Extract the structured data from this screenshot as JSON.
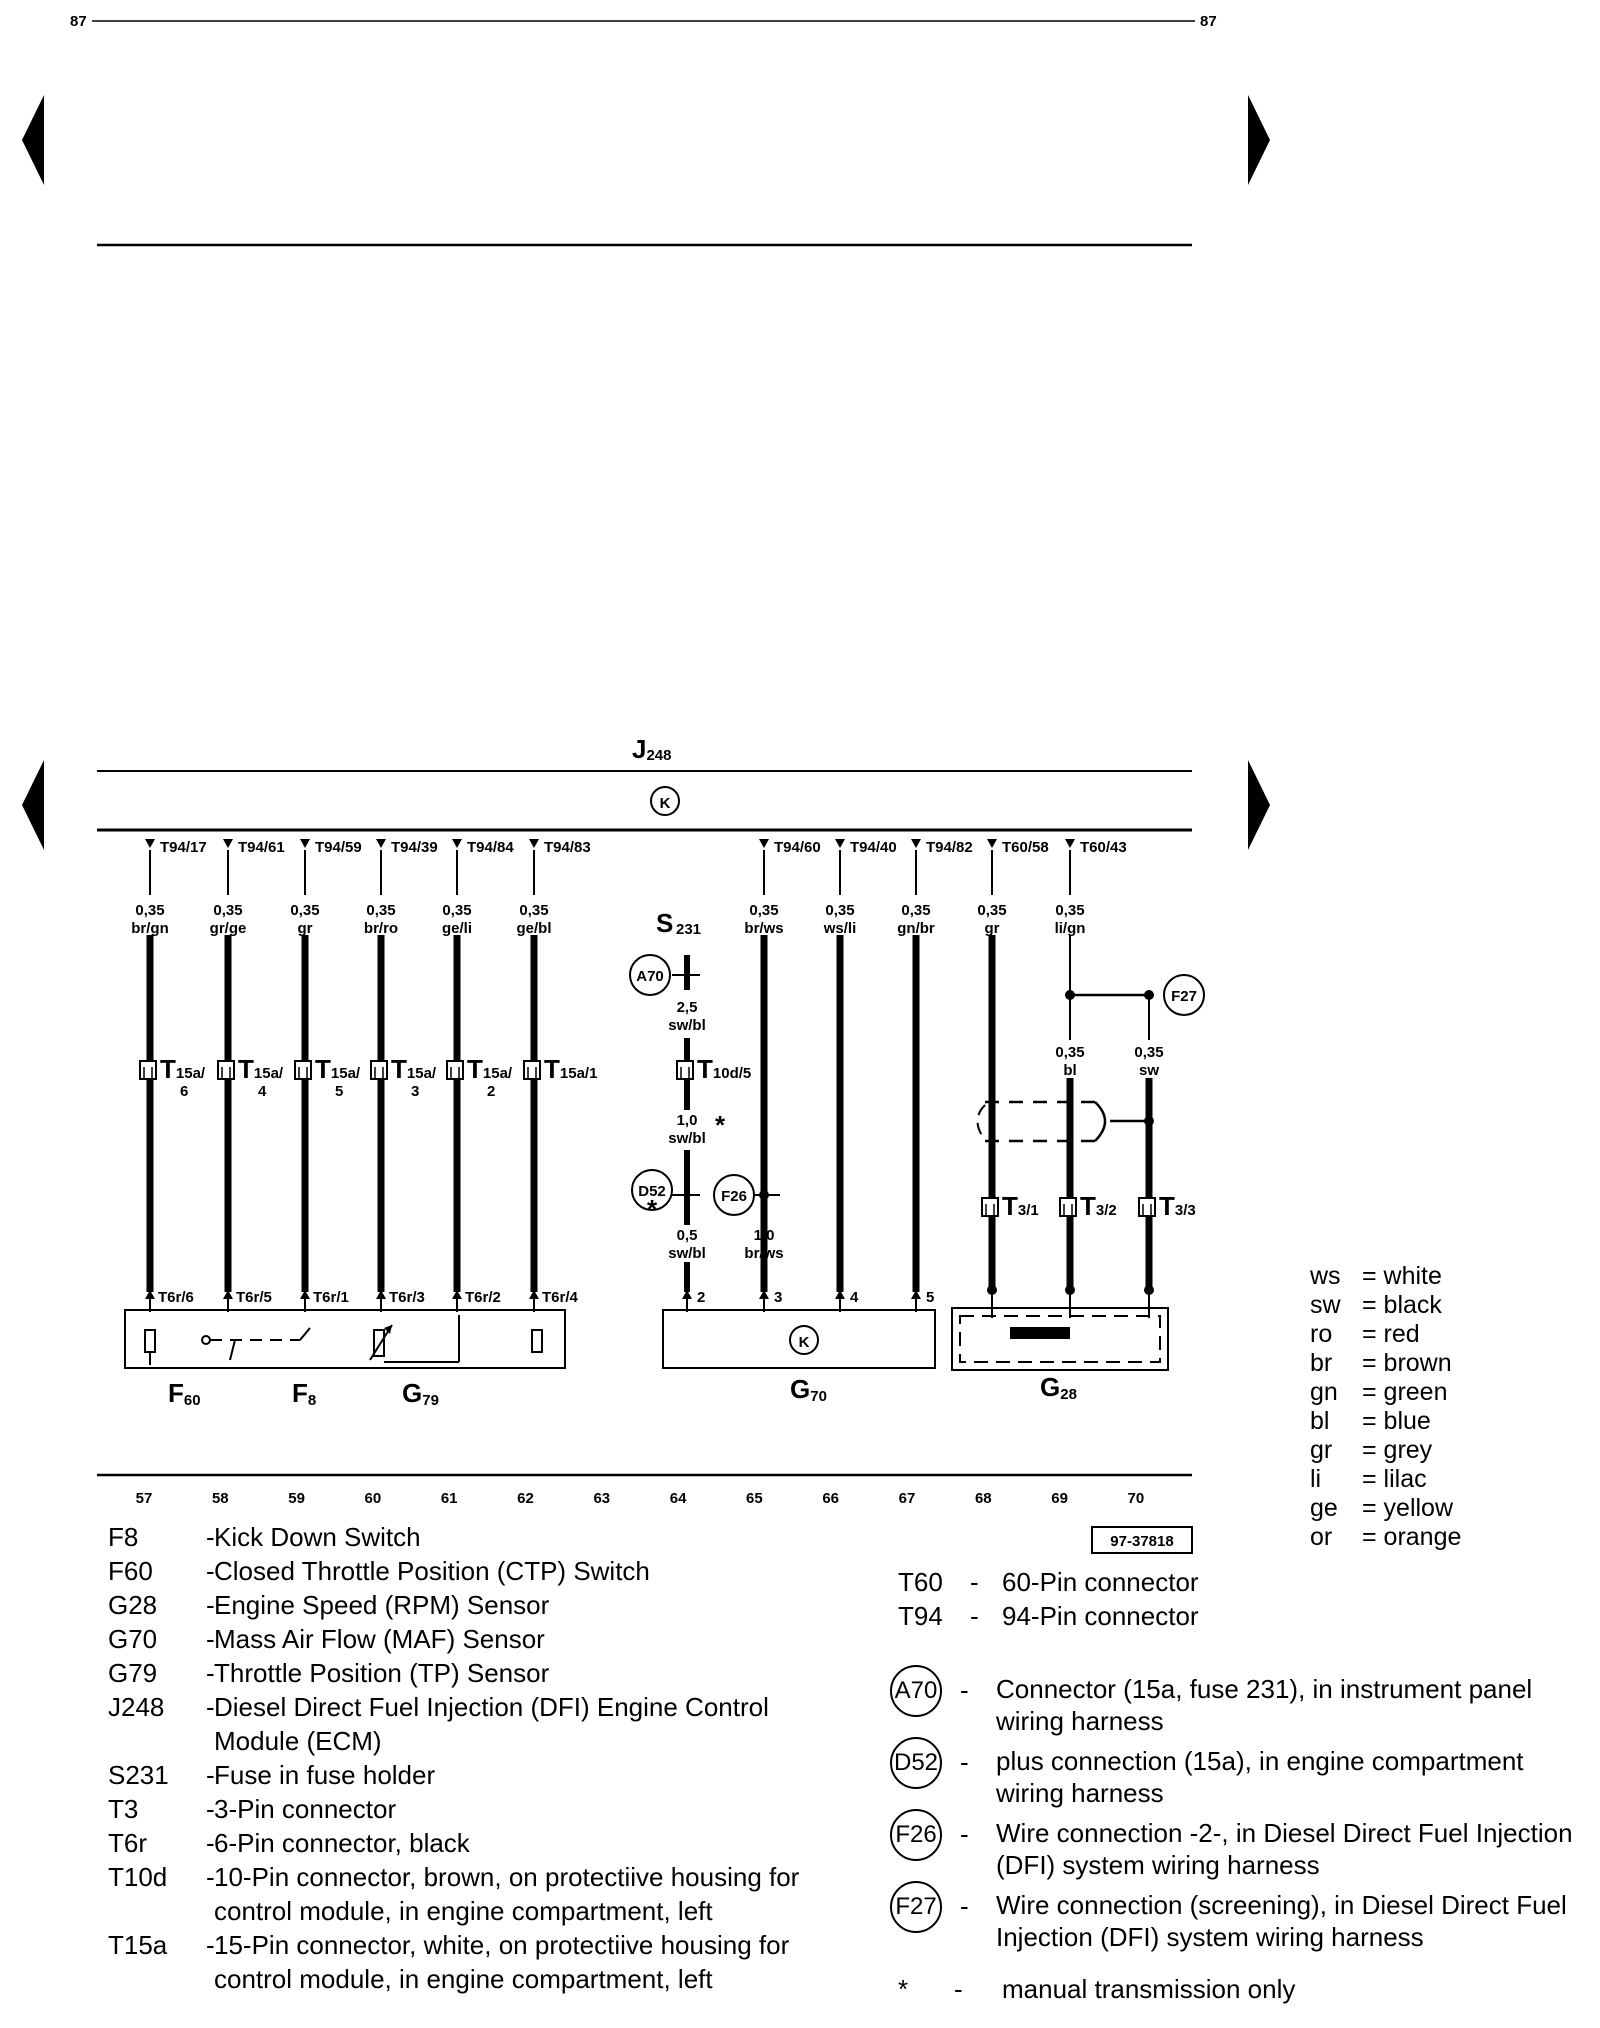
{
  "page": {
    "number_left": "87",
    "number_right": "87"
  },
  "diagram": {
    "ecm_label": "J",
    "ecm_sub": "248",
    "k_symbol": "K",
    "ref_code": "97-37818",
    "fuse_label": "S",
    "fuse_sub": "231",
    "star": "*",
    "ecm_pins": [
      {
        "label": "T94/17",
        "wire": "0,35",
        "color": "br/gn"
      },
      {
        "label": "T94/61",
        "wire": "0,35",
        "color": "gr/ge"
      },
      {
        "label": "T94/59",
        "wire": "0,35",
        "color": "gr"
      },
      {
        "label": "T94/39",
        "wire": "0,35",
        "color": "br/ro"
      },
      {
        "label": "T94/84",
        "wire": "0,35",
        "color": "ge/li"
      },
      {
        "label": "T94/83",
        "wire": "0,35",
        "color": "ge/bl"
      },
      {
        "label": "T94/60",
        "wire": "0,35",
        "color": "br/ws"
      },
      {
        "label": "T94/40",
        "wire": "0,35",
        "color": "ws/li"
      },
      {
        "label": "T94/82",
        "wire": "0,35",
        "color": "gn/br"
      },
      {
        "label": "T60/58",
        "wire": "0,35",
        "color": "gr"
      },
      {
        "label": "T60/43",
        "wire": "0,35",
        "color": "li/gn"
      }
    ],
    "t15a": [
      {
        "main": "T",
        "sub": "15a/",
        "num": "6"
      },
      {
        "main": "T",
        "sub": "15a/",
        "num": "4"
      },
      {
        "main": "T",
        "sub": "15a/",
        "num": "5"
      },
      {
        "main": "T",
        "sub": "15a/",
        "num": "3"
      },
      {
        "main": "T",
        "sub": "15a/",
        "num": "2"
      },
      {
        "main": "T",
        "sub": "15a/1",
        "num": ""
      }
    ],
    "t6r": [
      "T6r/6",
      "T6r/5",
      "T6r/1",
      "T6r/3",
      "T6r/2",
      "T6r/4"
    ],
    "g70_pins": [
      "2",
      "3",
      "4",
      "5"
    ],
    "t3": [
      {
        "main": "T",
        "sub": "3/1"
      },
      {
        "main": "T",
        "sub": "3/2"
      },
      {
        "main": "T",
        "sub": "3/3"
      }
    ],
    "s231_wires": [
      {
        "wire": "2,5",
        "color": "sw/bl"
      },
      {
        "wire": "1,0",
        "color": "sw/bl"
      },
      {
        "wire": "0,5",
        "color": "sw/bl"
      }
    ],
    "f26_wire": {
      "wire": "1,0",
      "color": "br/ws"
    },
    "f27_wires": [
      {
        "wire": "0,35",
        "color": "bl"
      },
      {
        "wire": "0,35",
        "color": "sw"
      }
    ],
    "t10d": {
      "main": "T",
      "sub": "10d/5"
    },
    "conn_badges": {
      "a70": "A70",
      "d52": "D52",
      "f26": "F26",
      "f27": "F27"
    },
    "components": [
      {
        "main": "F",
        "sub": "60"
      },
      {
        "main": "F",
        "sub": "8"
      },
      {
        "main": "G",
        "sub": "79"
      },
      {
        "main": "G",
        "sub": "70"
      },
      {
        "main": "G",
        "sub": "28"
      }
    ],
    "tracks": [
      "57",
      "58",
      "59",
      "60",
      "61",
      "62",
      "63",
      "64",
      "65",
      "66",
      "67",
      "68",
      "69",
      "70"
    ]
  },
  "legend_left": [
    {
      "code": "F8",
      "dash": "-",
      "desc": "Kick Down Switch"
    },
    {
      "code": "F60",
      "dash": "-",
      "desc": "Closed Throttle Position (CTP) Switch"
    },
    {
      "code": "G28",
      "dash": "-",
      "desc": "Engine Speed (RPM) Sensor"
    },
    {
      "code": "G70",
      "dash": "-",
      "desc": "Mass Air Flow (MAF) Sensor"
    },
    {
      "code": "G79",
      "dash": "-",
      "desc": "Throttle Position (TP) Sensor"
    },
    {
      "code": "J248",
      "dash": "-",
      "desc": "Diesel Direct Fuel Injection (DFI) Engine Control Module (ECM)"
    },
    {
      "code": "S231",
      "dash": "-",
      "desc": "Fuse in fuse holder"
    },
    {
      "code": "T3",
      "dash": "-",
      "desc": "3-Pin connector"
    },
    {
      "code": "T6r",
      "dash": "-",
      "desc": "6-Pin connector, black"
    },
    {
      "code": "T10d",
      "dash": "-",
      "desc": "10-Pin connector, brown, on protectiive housing for control module, in engine compartment, left"
    },
    {
      "code": "T15a",
      "dash": "-",
      "desc": "15-Pin connector, white, on protectiive housing for control module, in engine compartment, left"
    }
  ],
  "legend_tcodes": [
    {
      "code": "T60",
      "dash": "-",
      "desc": "60-Pin connector"
    },
    {
      "code": "T94",
      "dash": "-",
      "desc": "94-Pin connector"
    }
  ],
  "legend_connections": [
    {
      "code": "A70",
      "dash": "-",
      "desc": "Connector (15a, fuse 231), in instrument panel wiring harness"
    },
    {
      "code": "D52",
      "dash": "-",
      "desc": "plus connection (15a), in engine compartment wiring harness"
    },
    {
      "code": "F26",
      "dash": "-",
      "desc": "Wire connection -2-, in Diesel Direct Fuel Injection (DFI) system wiring harness"
    },
    {
      "code": "F27",
      "dash": "-",
      "desc": "Wire connection (screening), in Diesel Direct Fuel Injection (DFI) system wiring harness"
    }
  ],
  "star_note": {
    "code": "*",
    "dash": "-",
    "desc": "manual transmission only"
  },
  "color_legend": [
    {
      "code": "ws",
      "desc": "= white"
    },
    {
      "code": "sw",
      "desc": "= black"
    },
    {
      "code": "ro",
      "desc": "= red"
    },
    {
      "code": "br",
      "desc": "= brown"
    },
    {
      "code": "gn",
      "desc": "= green"
    },
    {
      "code": "bl",
      "desc": "= blue"
    },
    {
      "code": "gr",
      "desc": "= grey"
    },
    {
      "code": "li",
      "desc": "= lilac"
    },
    {
      "code": "ge",
      "desc": "= yellow"
    },
    {
      "code": "or",
      "desc": "= orange"
    }
  ]
}
